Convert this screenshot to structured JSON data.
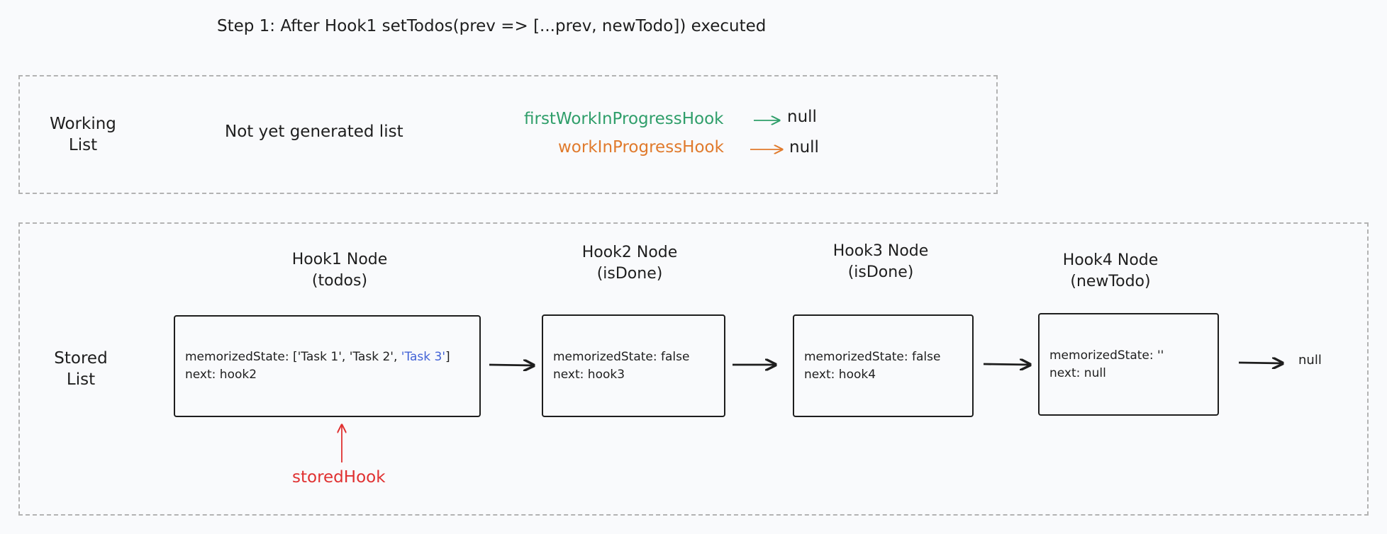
{
  "title": "Step 1: After Hook1 setTodos(prev => [...prev, newTodo]) executed",
  "working_list": {
    "label": "Working\nList",
    "not_generated": "Not yet generated list",
    "first_wip_hook": {
      "label": "firstWorkInProgressHook",
      "value": "null"
    },
    "wip_hook": {
      "label": "workInProgressHook",
      "value": "null"
    }
  },
  "stored_list": {
    "label": "Stored\nList",
    "nodes": [
      {
        "title": "Hook1 Node\n(todos)",
        "state_prefix": "memorizedState: ['Task 1', 'Task 2', ",
        "state_highlight": "'Task 3'",
        "state_suffix": "]",
        "next": "next: hook2"
      },
      {
        "title": "Hook2 Node\n(isDone)",
        "state": "memorizedState: false",
        "next": "next: hook3"
      },
      {
        "title": "Hook3 Node\n(isDone)",
        "state": "memorizedState: false",
        "next": "next: hook4"
      },
      {
        "title": "Hook4 Node\n(newTodo)",
        "state": "memorizedState: ''",
        "next": "next: null"
      }
    ],
    "end": "null",
    "stored_hook": "storedHook"
  },
  "colors": {
    "green": "#2f9e6a",
    "orange": "#e07a2c",
    "red": "#e03131",
    "blue": "#4262d6",
    "stroke": "#1e1e1e"
  }
}
